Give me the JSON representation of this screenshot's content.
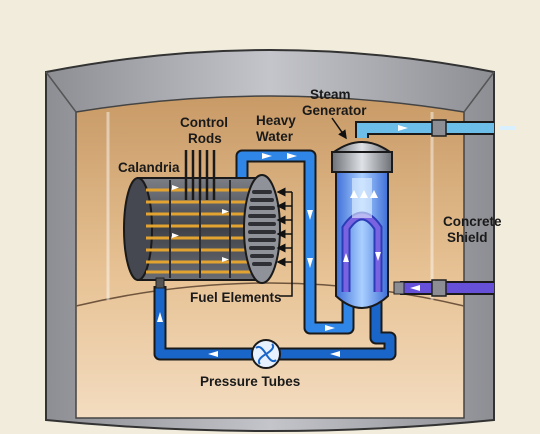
{
  "labels": {
    "control_rods_line1": "Control",
    "control_rods_line2": "Rods",
    "heavy_water_line1": "Heavy",
    "heavy_water_line2": "Water",
    "steam_generator_line1": "Steam",
    "steam_generator_line2": "Generator",
    "calandria": "Calandria",
    "concrete_shield_line1": "Concrete",
    "concrete_shield_line2": "Shield",
    "fuel_elements": "Fuel Elements",
    "pressure_tubes": "Pressure Tubes"
  },
  "colors": {
    "background": "#f1ecdc",
    "shield_wall": "#b4b5ba",
    "interior": "#e3bb8a",
    "heavy_water_pipe": "#1565c0",
    "light_water_pipe": "#5fb1df",
    "cold_inlet_pipe": "#6750d8",
    "steam_generator_body": "#5a86e0",
    "calandria_body": "#53565c",
    "fuel_rods": "#e2a330"
  }
}
